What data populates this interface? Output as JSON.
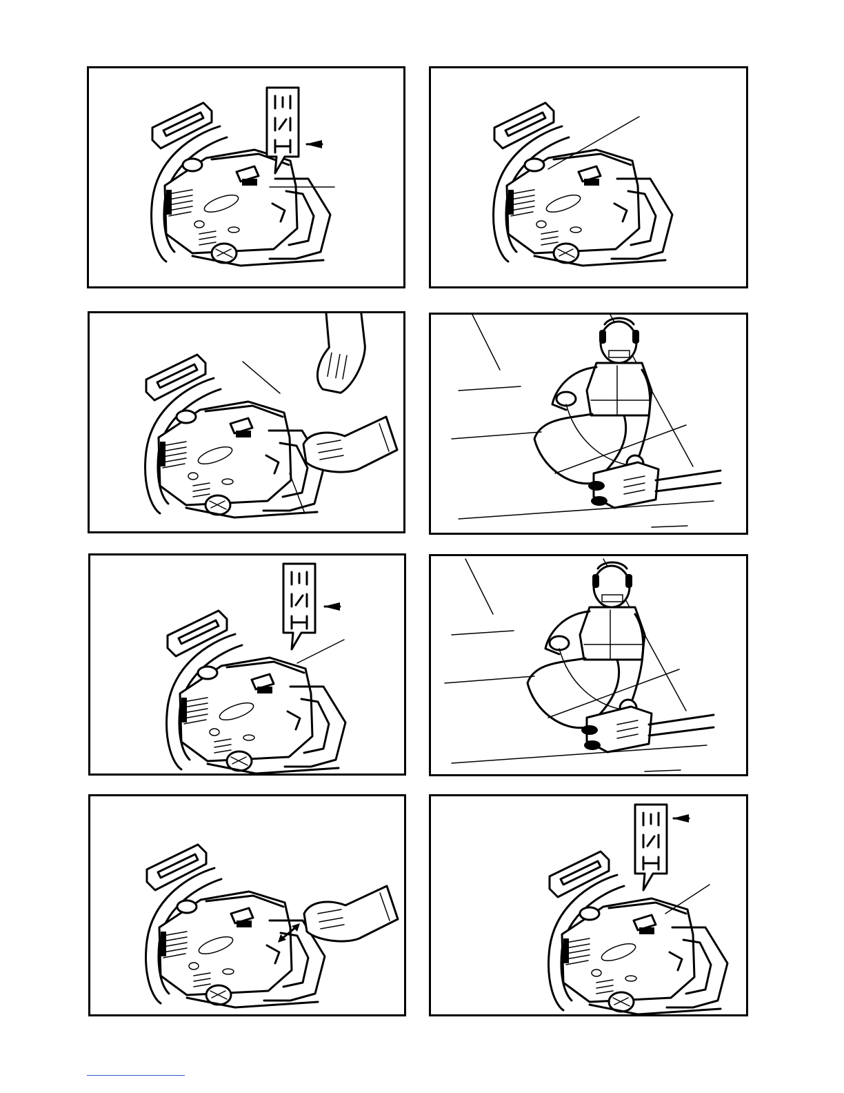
{
  "figures": [
    {
      "id": "fig-1",
      "depicts": "chainsaw-with-choke-lever-callout",
      "has_choke_symbols": true
    },
    {
      "id": "fig-2",
      "depicts": "chainsaw-with-pointer-line"
    },
    {
      "id": "fig-3",
      "depicts": "chainsaw-with-gloved-hands-on-handles"
    },
    {
      "id": "fig-4",
      "depicts": "operator-kneeling-holding-chainsaw-on-ground"
    },
    {
      "id": "fig-5",
      "depicts": "chainsaw-with-choke-lever-callout",
      "has_choke_symbols": true
    },
    {
      "id": "fig-6",
      "depicts": "operator-kneeling-holding-chainsaw-on-ground"
    },
    {
      "id": "fig-7",
      "depicts": "chainsaw-with-gloved-hand-and-double-arrow"
    },
    {
      "id": "fig-8",
      "depicts": "chainsaw-with-choke-lever-callout",
      "has_choke_symbols": true
    }
  ],
  "colors": {
    "ink": "#000000",
    "paper": "#ffffff",
    "link": "#3355cc"
  }
}
